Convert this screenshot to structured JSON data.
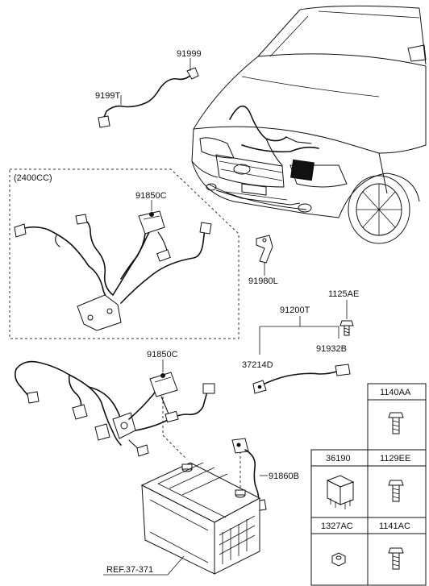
{
  "labels": {
    "p91999": "91999",
    "p9199T": "9199T",
    "variant": "(2400CC)",
    "p91850C_top": "91850C",
    "p91980L": "91980L",
    "p1125AE": "1125AE",
    "p91200T": "91200T",
    "p37214D": "37214D",
    "p91932B": "91932B",
    "p91850C_bottom": "91850C",
    "p91860B": "91860B",
    "ref": "REF.37-371"
  },
  "parts_table": {
    "cells": [
      {
        "code": "1140AA",
        "icon": "bolt-icon"
      },
      {
        "code": "36190",
        "icon": "relay-icon"
      },
      {
        "code": "1129EE",
        "icon": "bolt-icon"
      },
      {
        "code": "1327AC",
        "icon": "nut-icon"
      },
      {
        "code": "1141AC",
        "icon": "bolt-icon"
      }
    ]
  }
}
